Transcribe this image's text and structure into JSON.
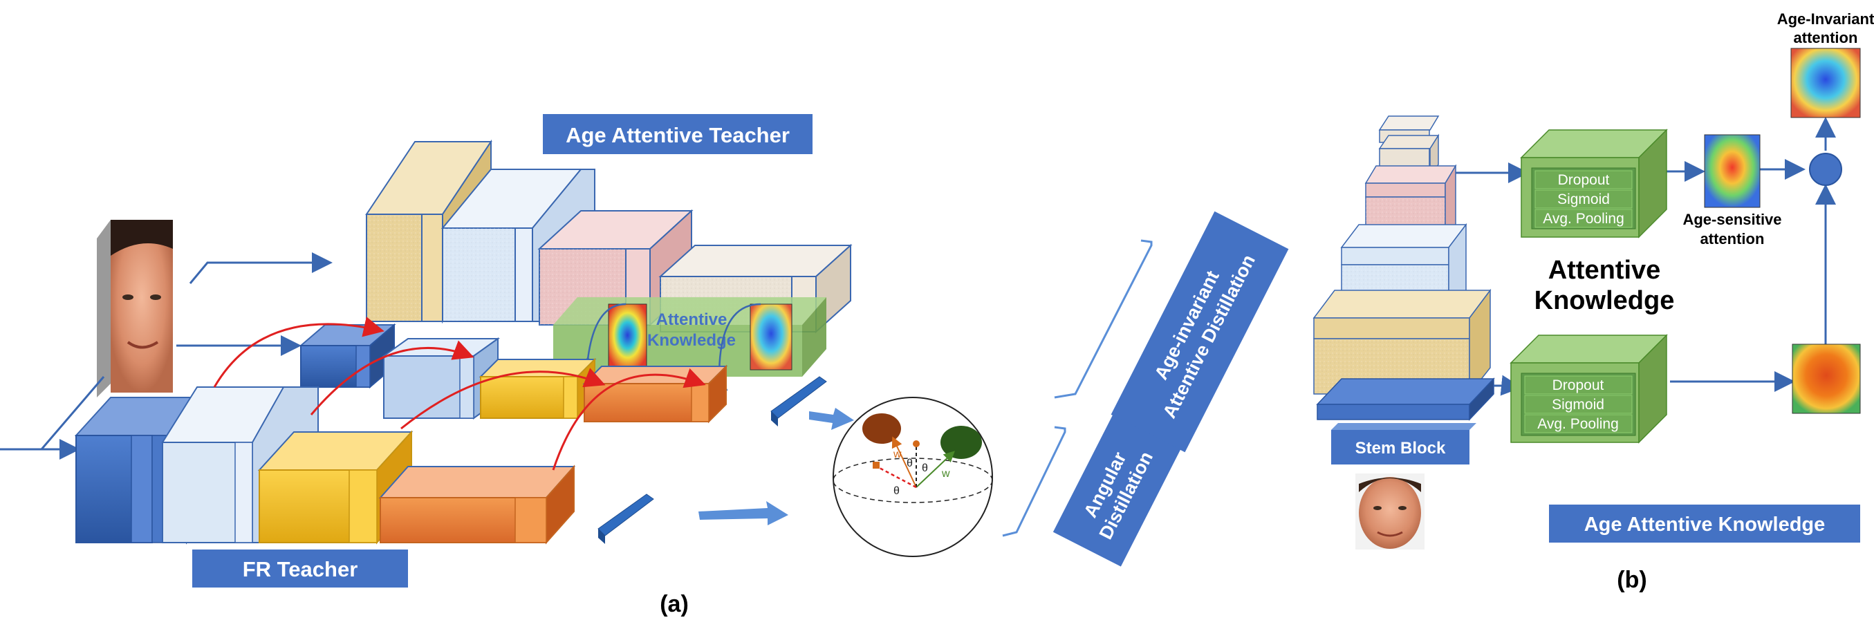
{
  "figure": {
    "panel_a": {
      "caption": "(a)",
      "age_attentive_teacher_label": "Age Attentive Teacher",
      "fr_teacher_label": "FR Teacher",
      "attentive_knowledge_label_line1": "Attentive",
      "attentive_knowledge_label_line2": "Knowledge",
      "age_invariant_distillation_line1": "Age-invariant",
      "age_invariant_distillation_line2": "Attentive Distillation",
      "angular_distillation_line1": "Angular",
      "angular_distillation_line2": "Distillation",
      "sphere_labels": {
        "w_left": "w",
        "w_right": "w",
        "theta_center": "θ",
        "theta_right": "θ",
        "theta_bottom": "θ"
      }
    },
    "panel_b": {
      "caption": "(b)",
      "upper_box": [
        "Dropout",
        "Sigmoid",
        "Avg. Pooling"
      ],
      "lower_box": [
        "Dropout",
        "Sigmoid",
        "Avg. Pooling"
      ],
      "stem_block_label": "Stem Block",
      "attentive_knowledge_line1": "Attentive",
      "attentive_knowledge_line2": "Knowledge",
      "age_sensitive_line1": "Age-sensitive",
      "age_sensitive_line2": "attention",
      "age_invariant_line1": "Age-Invariant",
      "age_invariant_line2": "attention",
      "age_attentive_knowledge_label": "Age Attentive Knowledge"
    }
  },
  "colors": {
    "banner_blue": "#4472c4",
    "arrow_blue": "#3a67b0",
    "red_arrow": "#e02020",
    "green_box": "#8dbf6a",
    "tan": "#e9d39a",
    "light_blue": "#dbe8f6",
    "pink": "#ecc4c4",
    "beige": "#ebe3d6",
    "dark_blue": "#3a6bc0",
    "orange": "#ee8a3e",
    "yellow": "#f6c433"
  }
}
